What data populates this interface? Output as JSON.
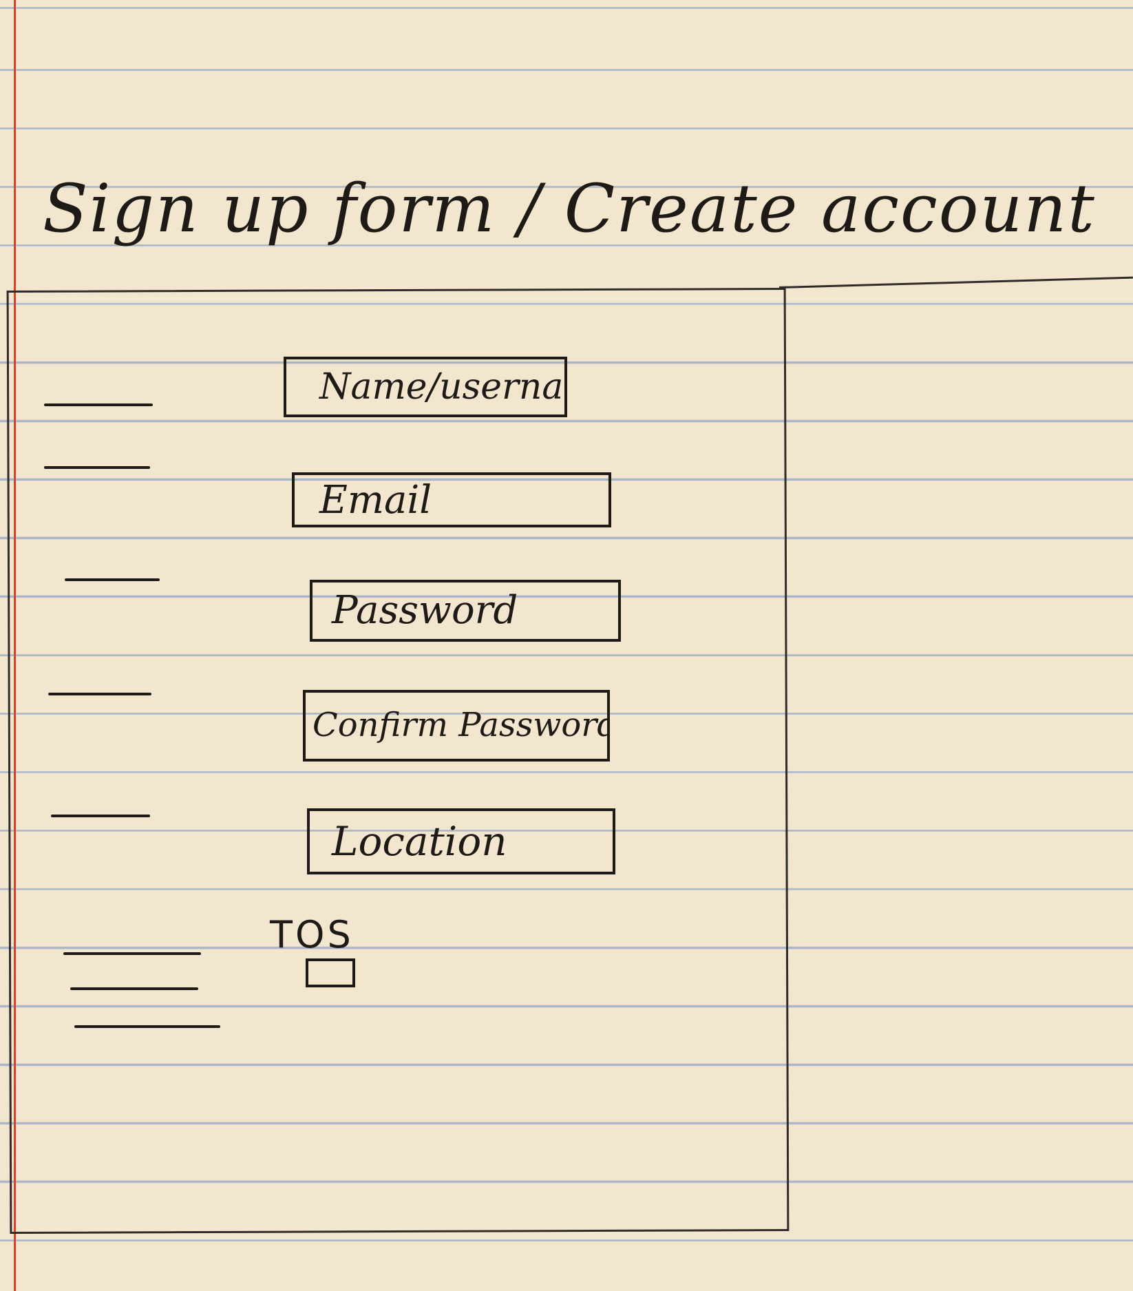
{
  "page": {
    "title": "Sign up form / Create account"
  },
  "form": {
    "fields": [
      {
        "label": "Name/username"
      },
      {
        "label": "Email"
      },
      {
        "label": "Password"
      },
      {
        "label": "Confirm Password"
      },
      {
        "label": "Location"
      }
    ],
    "tos": {
      "label": "TOS",
      "checked": false
    }
  },
  "colors": {
    "paper": "#f3e6cf",
    "rule": "#a9b6c9",
    "margin": "#d9412c",
    "ink": "#1e1a16"
  }
}
